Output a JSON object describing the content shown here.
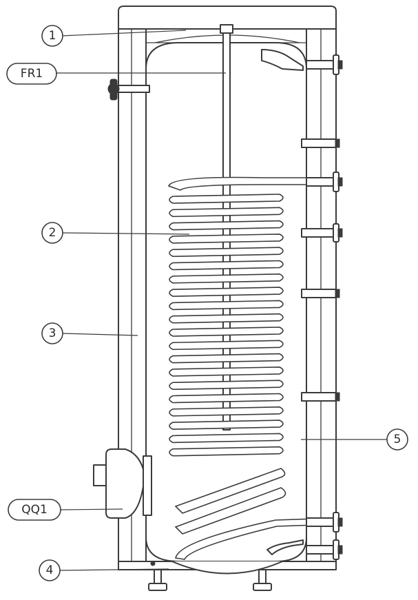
{
  "callouts": {
    "c1": "1",
    "fr1": "FR1",
    "c2": "2",
    "c3": "3",
    "qq1": "QQ1",
    "c4": "4",
    "c5": "5"
  },
  "colors": {
    "stroke": "#3a3a3a",
    "fill": "#ffffff"
  }
}
